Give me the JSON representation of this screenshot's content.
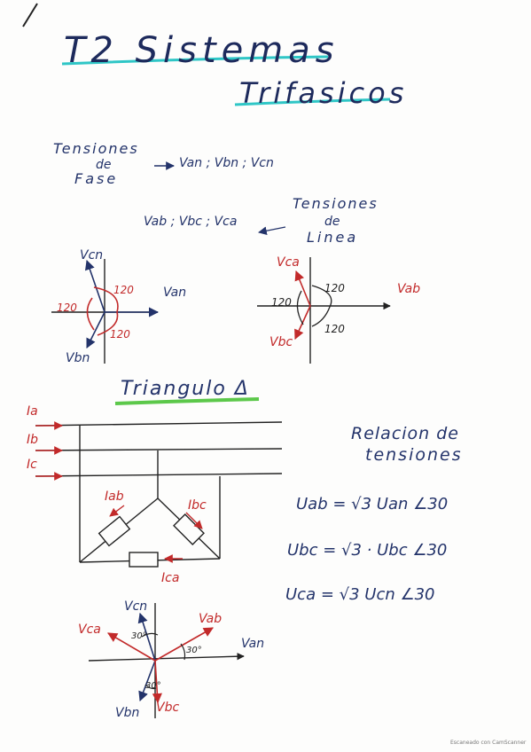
{
  "title": {
    "line1": "T2 Sistemas",
    "line2": "Trifasicos"
  },
  "fase": {
    "line1": "Tensiones",
    "line2": "de",
    "line3": "Fase",
    "values": "Van ; Vbn ; Vcn"
  },
  "linea": {
    "line1": "Tensiones",
    "line2": "de",
    "line3": "Linea",
    "values": "Vab ; Vbc ; Vca"
  },
  "diagram_fase": {
    "vcn": "Vcn",
    "van": "Van",
    "vbn": "Vbn",
    "angle_top": "120",
    "angle_left": "120",
    "angle_bottom": "120"
  },
  "diagram_linea": {
    "vca": "Vca",
    "vab": "Vab",
    "vbc": "Vbc",
    "angle_top": "120",
    "angle_left": "120",
    "angle_bottom": "120"
  },
  "triangulo": {
    "title": "Triangulo Δ"
  },
  "circuit": {
    "ia": "Ia",
    "ib": "Ib",
    "ic": "Ic",
    "iab": "Iab",
    "ibc": "Ibc",
    "ica": "Ica"
  },
  "relacion": {
    "line1": "Relacion de",
    "line2": "tensiones",
    "eq1": "Uab = √3 Uan ∠30",
    "eq2": "Ubc = √3 · Ubc ∠30",
    "eq3": "Uca = √3 Ucn ∠30"
  },
  "bottom_diagram": {
    "vcn": "Vcn",
    "vca": "Vca",
    "vab": "Vab",
    "van": "Van",
    "vbn": "Vbn",
    "vbc": "Vbc",
    "a1": "30°",
    "a2": "30°",
    "a3": "30°"
  },
  "footer": "Escaneado con CamScanner",
  "colors": {
    "ink": "#23336a",
    "red": "#c22a2a",
    "teal": "#2fc6c6",
    "green": "#5cc84a"
  }
}
